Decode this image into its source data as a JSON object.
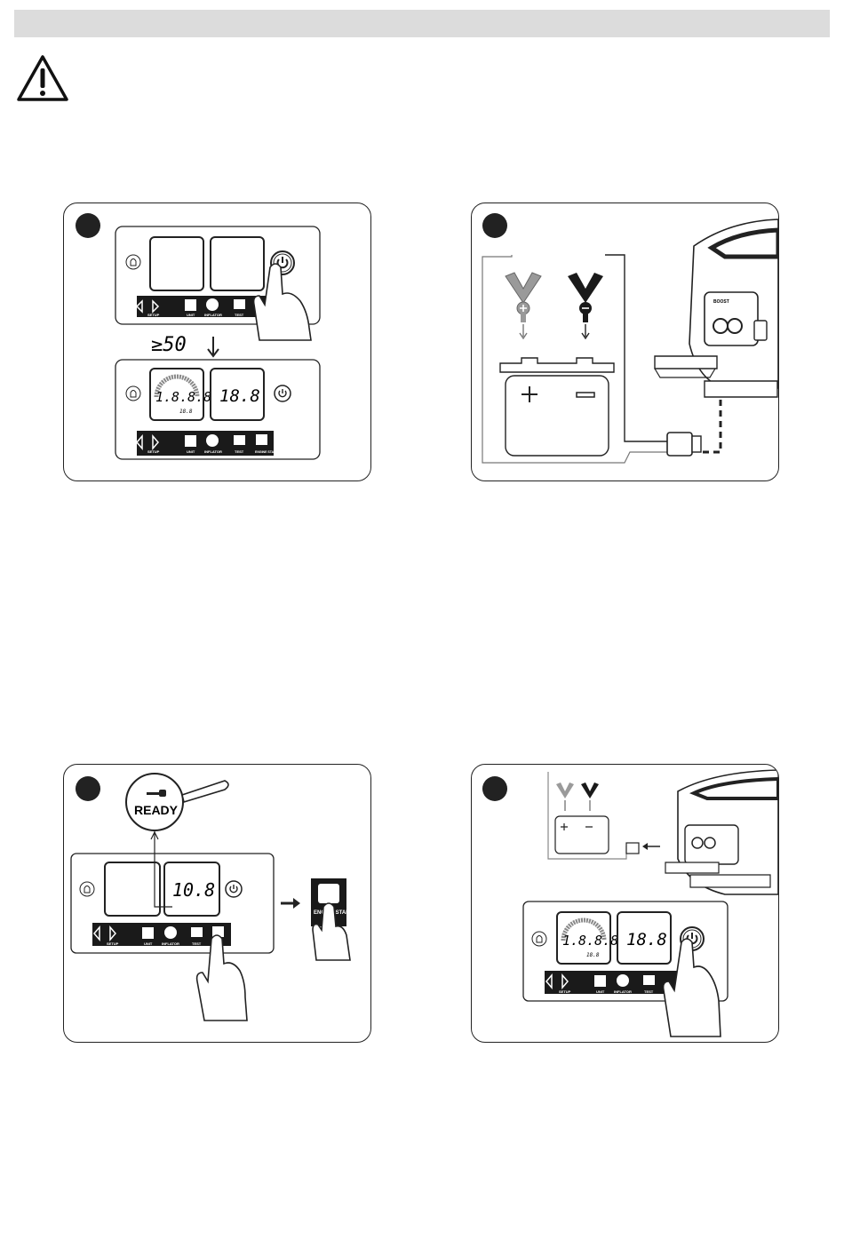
{
  "panels": {
    "p1": {
      "condition": "≥50",
      "display_top_left": "1.8.8.8",
      "display_top_left_small": "18.8",
      "display_right": "18.8",
      "buttons": [
        "SETUP",
        "UNIT",
        "INFLATOR",
        "TEST",
        "ENGINE START"
      ]
    },
    "p2": {
      "port_label": "BOOST"
    },
    "p3": {
      "magnifier_text": "READY",
      "display_right": "10.8",
      "buttons": [
        "SETUP",
        "UNIT",
        "INFLATOR",
        "TEST"
      ],
      "callout_text": "ENGINE START"
    },
    "p4": {
      "display_left": "1.8.8.8",
      "display_left_small": "18.8",
      "display_right": "18.8",
      "buttons": [
        "SETUP",
        "UNIT",
        "INFLATOR",
        "TEST"
      ]
    }
  },
  "colors": {
    "topbar": "#dcdcdc",
    "line": "#222222",
    "red_clamp": "#9a9a9a"
  }
}
